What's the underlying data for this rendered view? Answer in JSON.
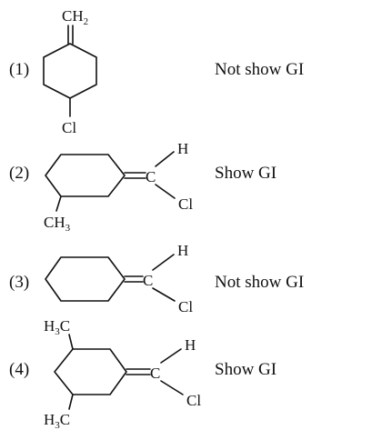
{
  "options": [
    {
      "number": "(1)",
      "verdict": "Not show GI",
      "atoms": {
        "top": "CH",
        "top_sub": "2",
        "bottom": "Cl"
      }
    },
    {
      "number": "(2)",
      "verdict": "Show GI",
      "atoms": {
        "carbon": "C",
        "h": "H",
        "cl": "Cl",
        "methyl": "CH",
        "methyl_sub": "3"
      }
    },
    {
      "number": "(3)",
      "verdict": "Not show GI",
      "atoms": {
        "carbon": "C",
        "h": "H",
        "cl": "Cl"
      }
    },
    {
      "number": "(4)",
      "verdict": "Show GI",
      "atoms": {
        "carbon": "C",
        "h": "H",
        "cl": "Cl",
        "methyl_top": "H",
        "methyl_top_sub": "3",
        "methyl_top_c": "C",
        "methyl_bottom": "H",
        "methyl_bottom_sub": "3",
        "methyl_bottom_c": "C"
      }
    }
  ]
}
